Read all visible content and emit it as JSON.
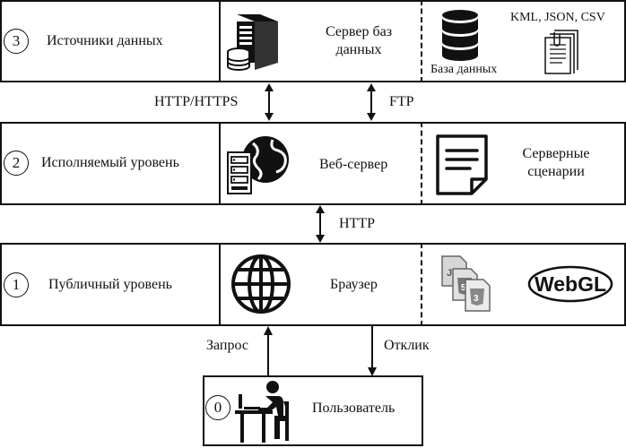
{
  "tiers": {
    "data": {
      "number": "3",
      "label": "Источники данных",
      "server_label_line1": "Сервер баз",
      "server_label_line2": "данных",
      "db_label": "База данных",
      "formats": "KML, JSON, CSV",
      "icons": [
        "server-tower-icon",
        "database-icon",
        "documents-icon"
      ]
    },
    "exec": {
      "number": "2",
      "label": "Исполняемый уровень",
      "server_label": "Веб-сервер",
      "scripts_line1": "Серверные",
      "scripts_line2": "сценарии",
      "icons": [
        "web-server-icon",
        "script-document-icon"
      ]
    },
    "public": {
      "number": "1",
      "label": "Публичный уровень",
      "browser_label": "Браузер",
      "webgl_logo": "WebGL",
      "icons": [
        "globe-icon",
        "html-js-css-icon",
        "webgl-logo"
      ]
    },
    "user": {
      "number": "0",
      "label": "Пользователь",
      "icons": [
        "user-at-computer-icon"
      ]
    }
  },
  "arrows": {
    "http_https": "HTTP/HTTPS",
    "ftp": "FTP",
    "http": "HTTP",
    "request": "Запрос",
    "response": "Отклик"
  }
}
